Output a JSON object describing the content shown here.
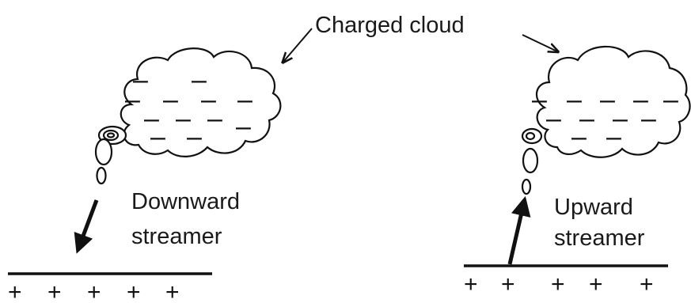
{
  "cloud_label": "Charged cloud",
  "left_label": {
    "line1": "Downward",
    "line2": "streamer"
  },
  "right_label": {
    "line1": "Upward",
    "line2": "streamer"
  },
  "left_cloud_charges": [
    "–",
    "–",
    "–",
    "–",
    "–",
    "–",
    "–",
    "–",
    "–",
    "–",
    "–",
    "–"
  ],
  "right_cloud_charges": [
    "–",
    "–",
    "–",
    "–",
    "–",
    "–",
    "–",
    "–",
    "–",
    "–",
    "–"
  ],
  "left_ground_charges": [
    "+",
    "+",
    "+",
    "+",
    "+"
  ],
  "right_ground_charges": [
    "+",
    "+",
    "+",
    "+",
    "+"
  ]
}
